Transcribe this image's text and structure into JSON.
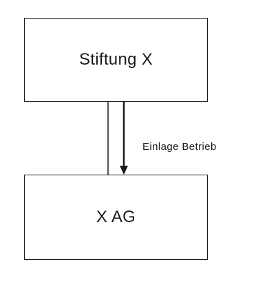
{
  "diagram": {
    "nodes": [
      {
        "id": "stiftung",
        "label": "Stiftung X"
      },
      {
        "id": "ag",
        "label": "X AG"
      }
    ],
    "edges": [
      {
        "from": "stiftung",
        "to": "ag",
        "label": "Einlage Betrieb"
      }
    ]
  }
}
